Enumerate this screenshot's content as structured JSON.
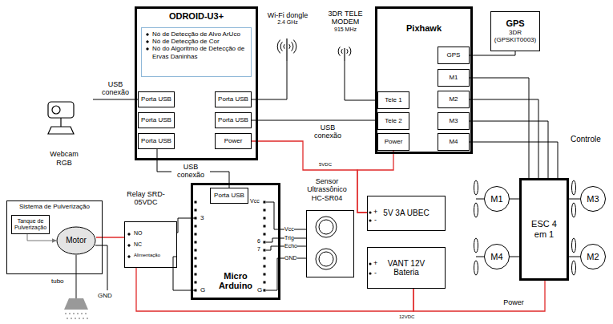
{
  "diagram": {
    "nodes": [
      {
        "text": [
          "ODROID-U3+"
        ]
      },
      {
        "text": [
          "Nó de Detecção de Alvo ArUco",
          "Nó de Detecção de Cor",
          "Nó do Algoritmo de Detecção de Ervas Daninhas"
        ],
        "in": 0
      },
      {
        "text": [
          "Porta USB"
        ],
        "in": 0
      },
      {
        "text": [
          "Porta USB"
        ],
        "in": 0
      },
      {
        "text": [
          "Porta USB"
        ],
        "in": 0
      },
      {
        "text": [
          "Porta USB"
        ],
        "in": 0
      },
      {
        "text": [
          "Porta USB"
        ],
        "in": 0
      },
      {
        "text": [
          "Power"
        ],
        "in": 0
      },
      {
        "text": [
          "Pixhawk"
        ]
      },
      {
        "text": [
          "Tele 1"
        ],
        "in": 8
      },
      {
        "text": [
          "Tele 2"
        ],
        "in": 8
      },
      {
        "text": [
          "Power"
        ],
        "in": 8
      },
      {
        "text": [
          "GPS"
        ],
        "in": 8
      },
      {
        "text": [
          "M1"
        ],
        "in": 8
      },
      {
        "text": [
          "M2"
        ],
        "in": 8
      },
      {
        "text": [
          "M3"
        ],
        "in": 8
      },
      {
        "text": [
          "M4"
        ],
        "in": 8
      },
      {
        "text": [
          "GPS",
          "3DR (GPSKIT0003)"
        ]
      },
      {
        "text": [
          "Webcam RGB"
        ]
      },
      {
        "text": [
          "Wi-Fi dongle",
          "2.4 GHz"
        ]
      },
      {
        "text": [
          "3DR TELE MODEM",
          "915 MHz"
        ]
      },
      {
        "text": [
          "Sistema de Pulverização"
        ]
      },
      {
        "text": [
          "Tanque de Pulverização"
        ],
        "in": 21
      },
      {
        "text": [
          "Motor"
        ],
        "in": 21
      },
      {
        "text": [
          "Relay SRD-05VDC",
          "NO",
          "NC",
          "Alimentação"
        ]
      },
      {
        "text": [
          "Micro Arduino"
        ]
      },
      {
        "text": [
          "Porta USB"
        ],
        "in": 25
      },
      {
        "text": [
          "Sensor Ultrassônico HC-SR04"
        ]
      },
      {
        "text": [
          "5V 3A UBEC"
        ]
      },
      {
        "text": [
          "VANT 12V Bateria"
        ]
      },
      {
        "text": [
          "ESC 4 em 1"
        ]
      },
      {
        "text": [
          "M1"
        ]
      },
      {
        "text": [
          "M3"
        ]
      },
      {
        "text": [
          "M4"
        ]
      },
      {
        "text": [
          "M2"
        ]
      }
    ],
    "edges": [
      {
        "from": 18,
        "to": 2,
        "arrow": "none",
        "label": "USB conexão"
      },
      {
        "from": 19,
        "to": 5,
        "arrow": "none"
      },
      {
        "from": 20,
        "to": 9,
        "arrow": "none"
      },
      {
        "from": 6,
        "to": 10,
        "arrow": "none",
        "label": "USB conexão"
      },
      {
        "from": 4,
        "to": 26,
        "arrow": "none",
        "label": "USB conexão"
      },
      {
        "from": 17,
        "to": 12,
        "arrow": "none"
      },
      {
        "from": 13,
        "to": 30,
        "arrow": "none"
      },
      {
        "from": 14,
        "to": 30,
        "arrow": "none"
      },
      {
        "from": 15,
        "to": 30,
        "arrow": "none"
      },
      {
        "from": 16,
        "to": 30,
        "arrow": "none"
      },
      {
        "from": 30,
        "to": 31,
        "arrow": "none"
      },
      {
        "from": 30,
        "to": 32,
        "arrow": "none"
      },
      {
        "from": 30,
        "to": 33,
        "arrow": "none"
      },
      {
        "from": 30,
        "to": 34,
        "arrow": "none"
      },
      {
        "from": 7,
        "to": 28,
        "arrow": "none"
      },
      {
        "from": 11,
        "to": 28,
        "arrow": "none"
      },
      {
        "from": 29,
        "to": 30,
        "arrow": "none",
        "label": "Power"
      },
      {
        "from": 29,
        "to": 24,
        "arrow": "none"
      },
      {
        "from": 24,
        "to": 23,
        "arrow": "none"
      },
      {
        "from": 24,
        "to": 25,
        "arrow": "none"
      },
      {
        "from": 24,
        "to": 25,
        "arrow": "none"
      },
      {
        "from": 25,
        "to": 27,
        "arrow": "none"
      },
      {
        "from": 25,
        "to": 27,
        "arrow": "none"
      },
      {
        "from": 25,
        "to": 27,
        "arrow": "none"
      },
      {
        "from": 25,
        "to": 27,
        "arrow": "none"
      },
      {
        "from": 22,
        "to": 23,
        "arrow": "to"
      }
    ],
    "labels": [
      "5VDC",
      "Controle",
      "12VDC",
      "tubo",
      "GND",
      "3",
      "G",
      "Vcc",
      "6",
      "7",
      "G",
      "Vcc",
      "Trig",
      "Echo",
      "GND",
      "+",
      "-",
      "+",
      "-"
    ]
  }
}
